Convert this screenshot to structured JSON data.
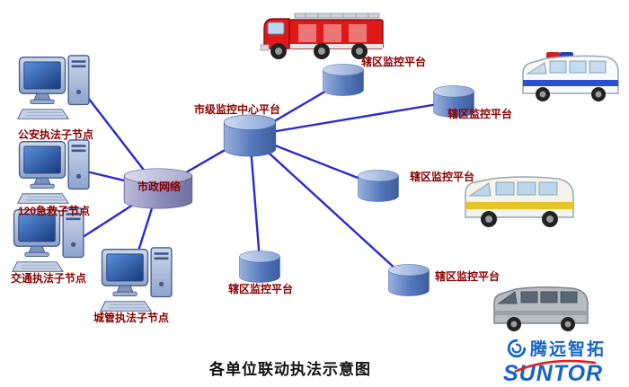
{
  "title": "各单位联动执法示意图",
  "logo": {
    "name": "腾远智拓",
    "brand": "SUNTOR"
  },
  "network": {
    "municipal": {
      "label": "市政网络"
    },
    "center": {
      "label": "市级监控中心平台"
    },
    "computers": [
      {
        "label": "公安执法子节点"
      },
      {
        "label": "120急救子节点"
      },
      {
        "label": "交通执法子节点"
      },
      {
        "label": "城管执法子节点"
      }
    ],
    "districts": [
      {
        "label": "辖区监控平台"
      },
      {
        "label": "辖区监控平台"
      },
      {
        "label": "辖区监控平台"
      },
      {
        "label": "辖区监控平台"
      },
      {
        "label": "辖区监控平台"
      }
    ]
  },
  "vehicles": [
    {
      "name": "fire-truck"
    },
    {
      "name": "police-van"
    },
    {
      "name": "ambulance"
    },
    {
      "name": "gray-van"
    }
  ],
  "colors": {
    "label_text": "#8b0000",
    "connection_line": "#2a2ad0",
    "cylinder_blue": "#5578bd",
    "cylinder_purple": "#8c8cba",
    "logo_blue": "#1663c7",
    "logo_red": "#e02020",
    "title_text": "#111111"
  }
}
